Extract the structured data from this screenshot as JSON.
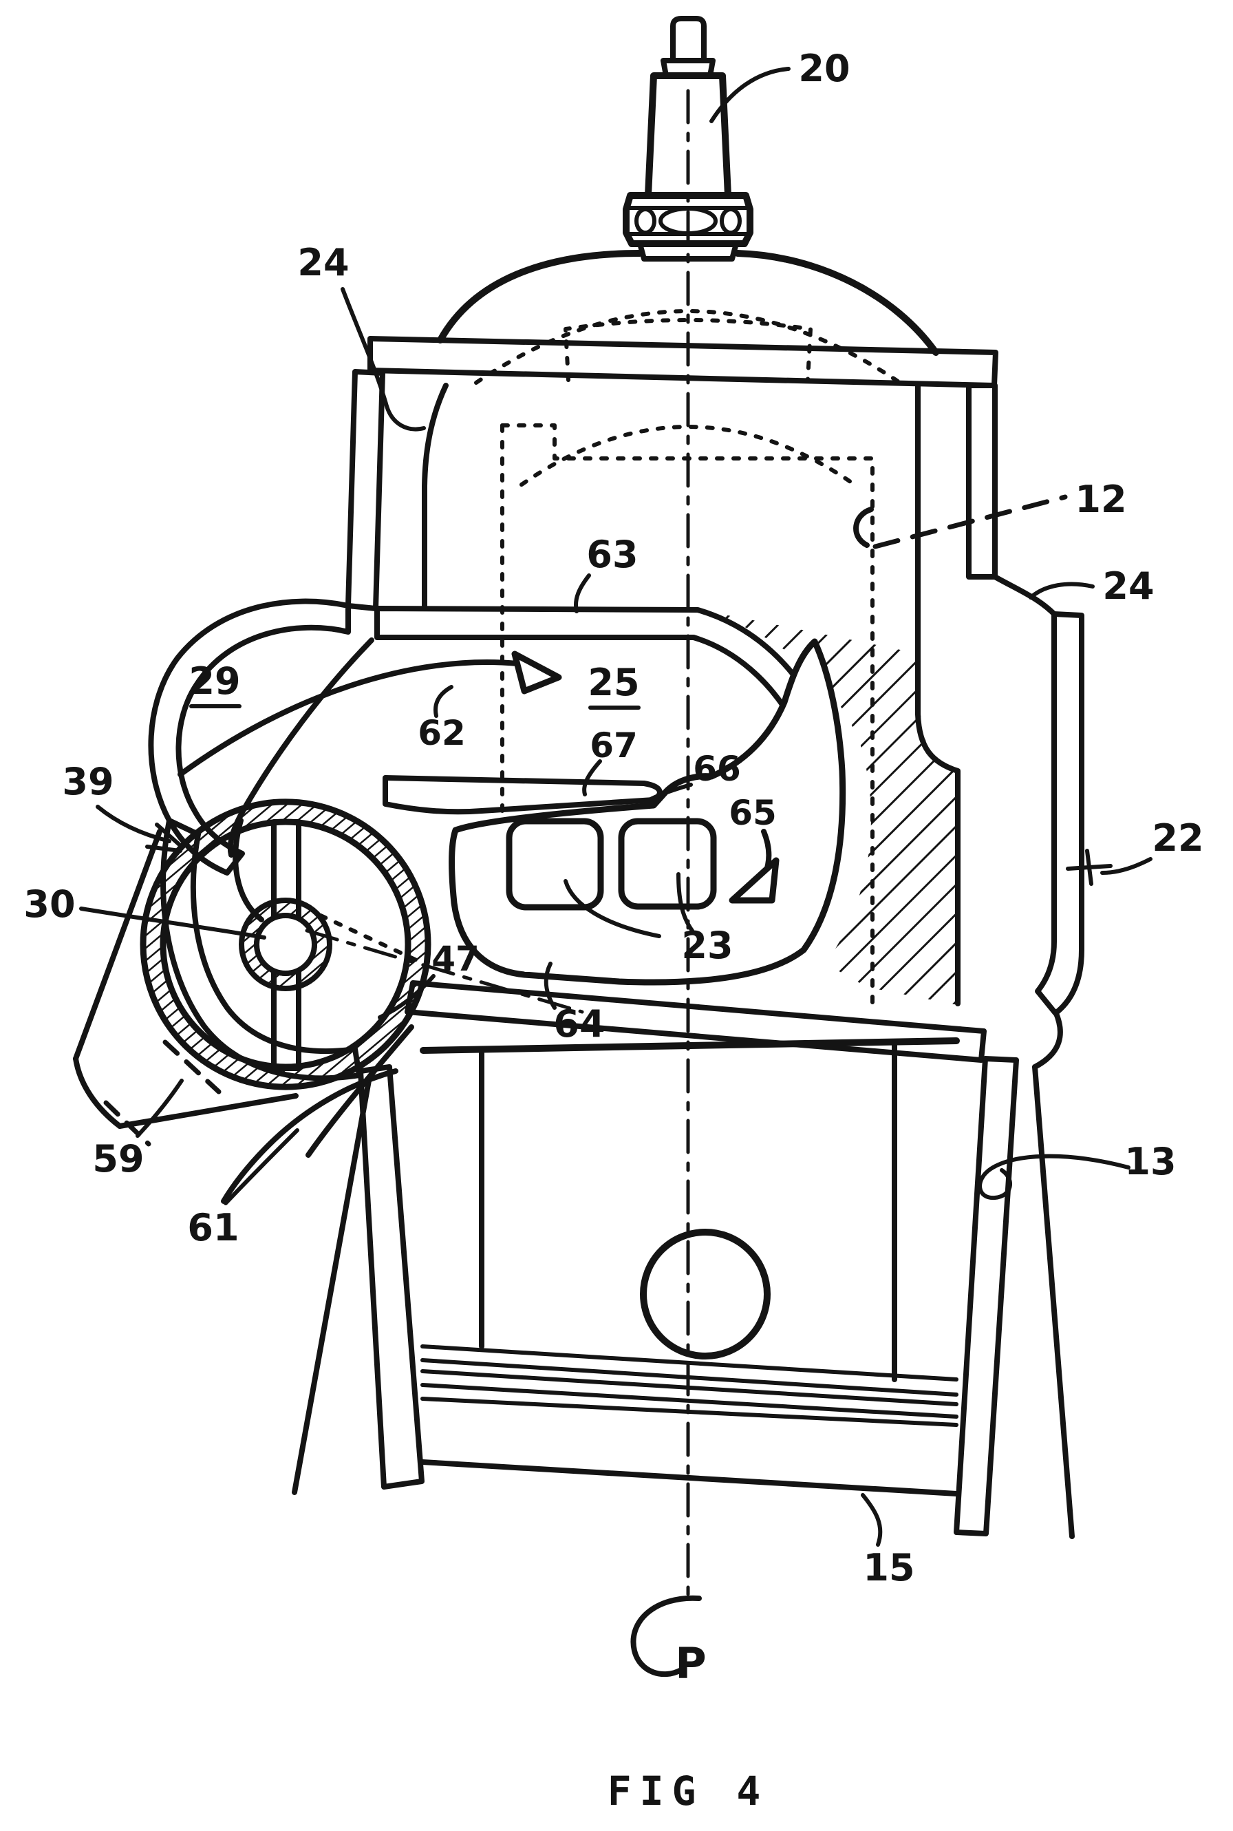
{
  "figure": {
    "caption": "FIG 4",
    "axis_label": "P"
  },
  "labels": {
    "l20": "20",
    "l24_left": "24",
    "l12": "12",
    "l24_right": "24",
    "l63": "63",
    "l29": "29",
    "l25": "25",
    "l62": "62",
    "l67": "67",
    "l66": "66",
    "l65": "65",
    "l39": "39",
    "l30": "30",
    "l47": "47",
    "l22": "22",
    "l23": "23",
    "l64": "64",
    "l59": "59",
    "l61": "61",
    "l13": "13",
    "l15": "15"
  },
  "reference_numerals": [
    "12",
    "13",
    "15",
    "20",
    "22",
    "23",
    "24",
    "25",
    "29",
    "30",
    "39",
    "47",
    "59",
    "61",
    "62",
    "63",
    "64",
    "65",
    "66",
    "67",
    "P"
  ]
}
